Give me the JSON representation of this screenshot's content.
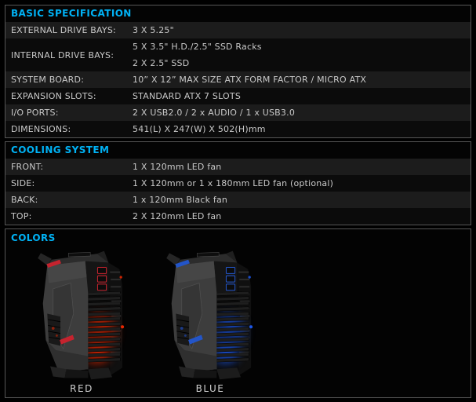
{
  "accent_color": "#00b2f5",
  "text_color": "#c9c9c9",
  "sections": [
    {
      "title": "BASIC SPECIFICATION",
      "rows": [
        {
          "label": "EXTERNAL DRIVE BAYS:",
          "values": [
            "3 X 5.25\""
          ]
        },
        {
          "label": "INTERNAL DRIVE BAYS:",
          "values": [
            "5 X 3.5\" H.D./2.5\" SSD Racks",
            "2 X 2.5\" SSD"
          ]
        },
        {
          "label": "SYSTEM BOARD:",
          "values": [
            "10” X 12” MAX SIZE ATX FORM FACTOR / MICRO ATX"
          ]
        },
        {
          "label": "EXPANSION SLOTS:",
          "values": [
            "STANDARD ATX 7 SLOTS"
          ]
        },
        {
          "label": "I/O PORTS:",
          "values": [
            "2 X USB2.0 / 2 x AUDIO / 1 x USB3.0"
          ]
        },
        {
          "label": "DIMENSIONS:",
          "values": [
            "541(L) X 247(W) X 502(H)mm"
          ]
        }
      ]
    },
    {
      "title": "COOLING SYSTEM",
      "rows": [
        {
          "label": "FRONT:",
          "values": [
            "1 X 120mm LED fan"
          ]
        },
        {
          "label": "SIDE:",
          "values": [
            "1 X 120mm or 1 x 180mm LED fan (optional)"
          ]
        },
        {
          "label": "BACK:",
          "values": [
            "1 x 120mm Black fan"
          ]
        },
        {
          "label": "TOP:",
          "values": [
            "2 X 120mm LED fan"
          ]
        }
      ]
    }
  ],
  "colors_section": {
    "title": "COLORS",
    "cases": [
      {
        "label": "RED",
        "accent": "#c5232e",
        "glow": "#ff2a00"
      },
      {
        "label": "BLUE",
        "accent": "#2355c8",
        "glow": "#1f5fff"
      }
    ]
  }
}
